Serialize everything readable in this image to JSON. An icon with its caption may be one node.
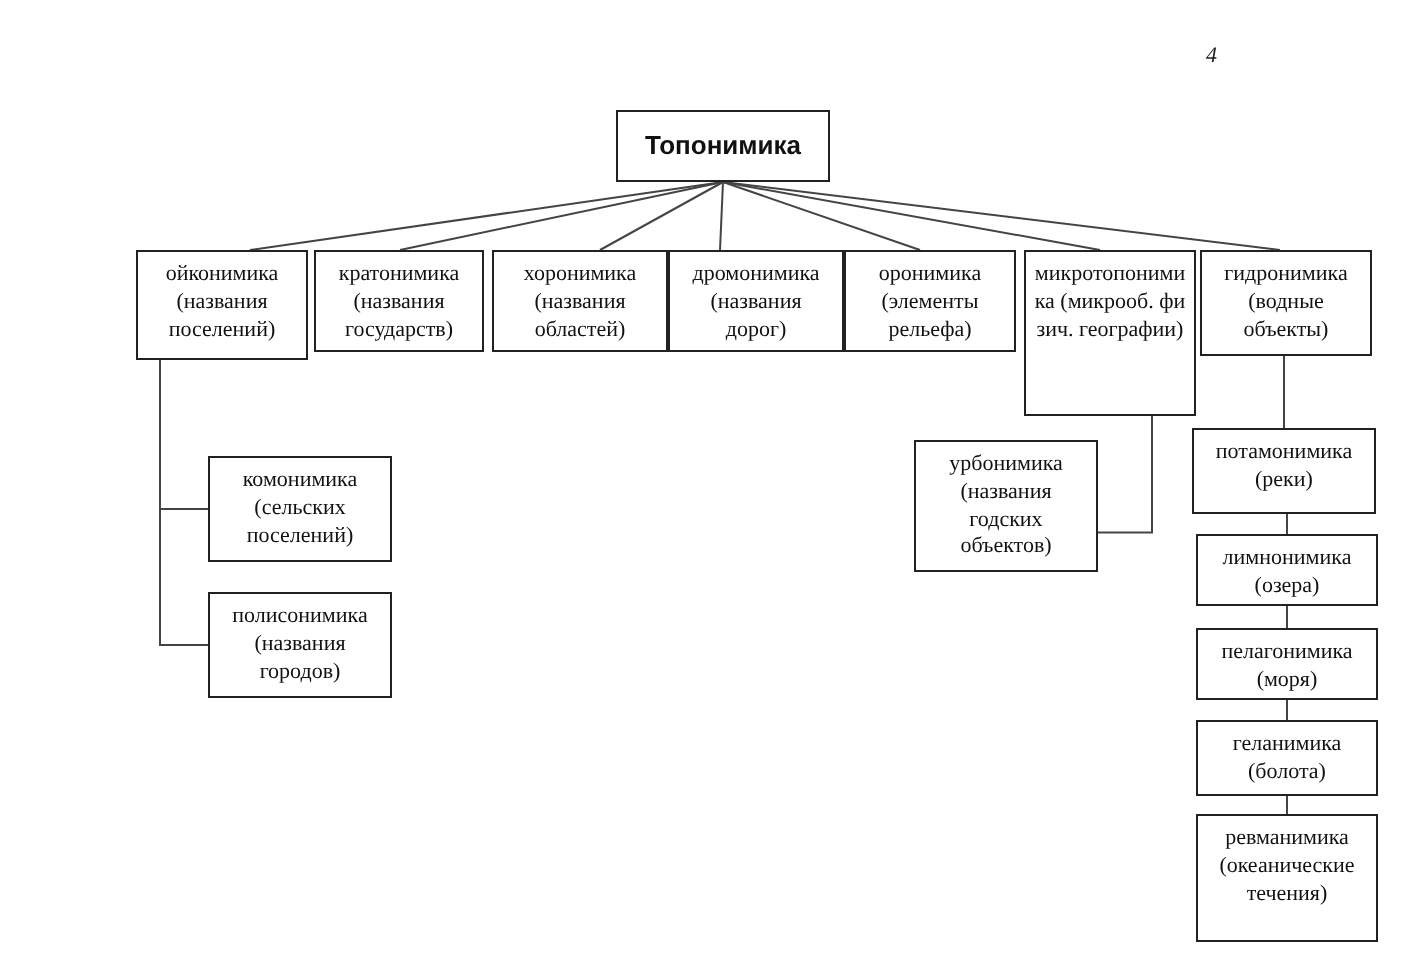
{
  "diagram": {
    "nodes": [
      {
        "text": [
          "Топонимика"
        ]
      },
      {
        "text": [
          "ойконимика (названия поселений)"
        ]
      },
      {
        "text": [
          "кратонимика (названия государств)"
        ]
      },
      {
        "text": [
          "хоронимика (названия областей)"
        ]
      },
      {
        "text": [
          "дромонимика (названия дорог)"
        ]
      },
      {
        "text": [
          "оронимика (элементы рельефа)"
        ]
      },
      {
        "text": [
          "микротопонимика (микрооб. физич. географии)"
        ]
      },
      {
        "text": [
          "гидронимика (водные объекты)"
        ]
      },
      {
        "text": [
          "комонимика (сельских поселений)"
        ]
      },
      {
        "text": [
          "полисонимика (названия городов)"
        ]
      },
      {
        "text": [
          "урбонимика (названия годских объектов)"
        ]
      },
      {
        "text": [
          "потамонимика (реки)"
        ]
      },
      {
        "text": [
          "лимнонимика (озера)"
        ]
      },
      {
        "text": [
          "пелагонимика (моря)"
        ]
      },
      {
        "text": [
          "геланимика (болота)"
        ]
      },
      {
        "text": [
          "ревманимика (океанические течения)"
        ]
      }
    ],
    "edges": [
      {
        "from": 0,
        "to": 1,
        "arrow": "none"
      },
      {
        "from": 0,
        "to": 2,
        "arrow": "none"
      },
      {
        "from": 0,
        "to": 3,
        "arrow": "none"
      },
      {
        "from": 0,
        "to": 4,
        "arrow": "none"
      },
      {
        "from": 0,
        "to": 5,
        "arrow": "none"
      },
      {
        "from": 0,
        "to": 6,
        "arrow": "none"
      },
      {
        "from": 0,
        "to": 7,
        "arrow": "none"
      },
      {
        "from": 1,
        "to": 8,
        "arrow": "none"
      },
      {
        "from": 1,
        "to": 9,
        "arrow": "none"
      },
      {
        "from": 6,
        "to": 10,
        "arrow": "none"
      },
      {
        "from": 7,
        "to": 11,
        "arrow": "none"
      },
      {
        "from": 11,
        "to": 12,
        "arrow": "none"
      },
      {
        "from": 12,
        "to": 13,
        "arrow": "none"
      },
      {
        "from": 13,
        "to": 14,
        "arrow": "none"
      },
      {
        "from": 14,
        "to": 15,
        "arrow": "none"
      }
    ],
    "labels": [
      "4"
    ]
  }
}
